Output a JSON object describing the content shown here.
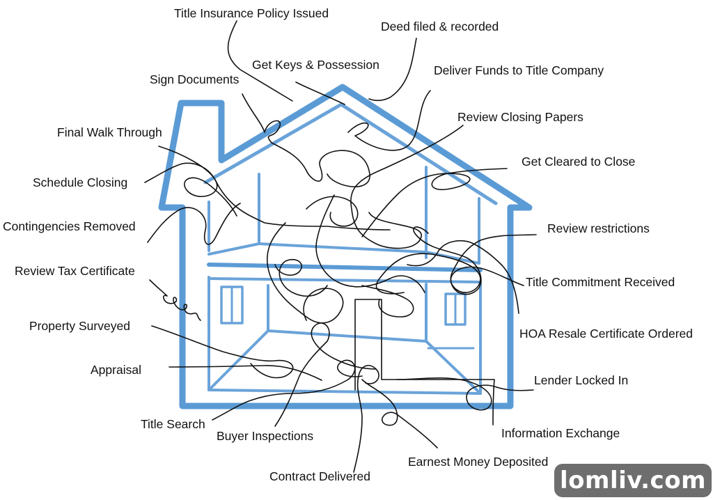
{
  "colors": {
    "house_outline": "#5b9bd5",
    "house_inner": "#6aa3d9",
    "scribble": "#111111",
    "label_text": "#111111",
    "watermark_bg": "#6e6e6e",
    "watermark_text": "#ffffff"
  },
  "labels": {
    "title_insurance": "Title Insurance Policy Issued",
    "deed_filed": "Deed filed & recorded",
    "get_keys": "Get Keys & Possession",
    "deliver_funds": "Deliver Funds to Title Company",
    "sign_documents": "Sign Documents",
    "review_closing": "Review Closing Papers",
    "final_walk": "Final Walk Through",
    "cleared_to_close": "Get Cleared to Close",
    "schedule_closing": "Schedule Closing",
    "contingencies": "Contingencies Removed",
    "review_restrictions": "Review restrictions",
    "review_tax": "Review Tax Certificate",
    "title_commitment": "Title Commitment Received",
    "property_surveyed": "Property Surveyed",
    "hoa_resale": "HOA Resale Certificate Ordered",
    "appraisal": "Appraisal",
    "lender_locked": "Lender Locked In",
    "title_search": "Title Search",
    "buyer_inspections": "Buyer Inspections",
    "information_exchange": "Information Exchange",
    "earnest_money": "Earnest Money Deposited",
    "contract_delivered": "Contract Delivered"
  },
  "watermark": {
    "text": "lomliv.com"
  }
}
